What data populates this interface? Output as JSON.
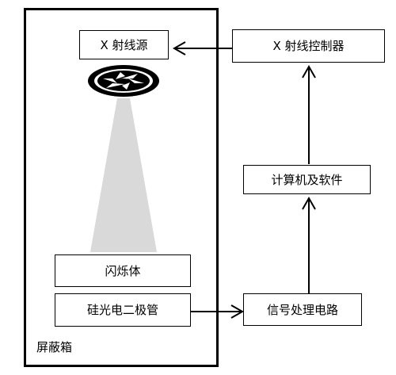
{
  "shield_label": "屏蔽箱",
  "boxes": {
    "xray_source": "X 射线源",
    "scintillator": "闪烁体",
    "photodiode": "硅光电二极管",
    "xray_controller": "X 射线控制器",
    "computer_software": "计算机及软件",
    "signal_processing": "信号处理电路"
  },
  "icons": {
    "shutter": "camera-shutter-icon",
    "beam": "xray-beam-cone"
  },
  "colors": {
    "line": "#000000",
    "beam": "#d9d9d9",
    "background": "#ffffff"
  }
}
